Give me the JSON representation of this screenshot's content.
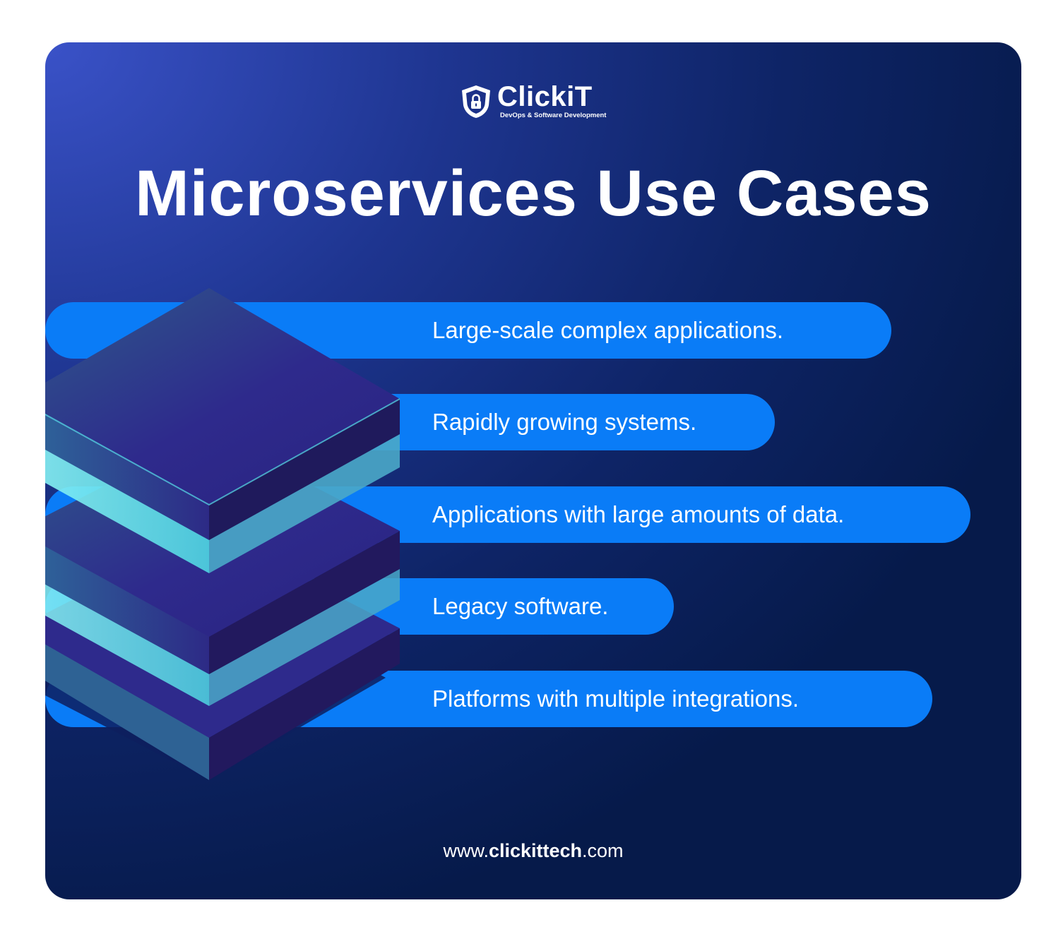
{
  "brand": {
    "name": "ClickiT",
    "tagline": "DevOps & Software Development",
    "logo_icon": "shield-lock-icon"
  },
  "title": "Microservices Use Cases",
  "use_cases": [
    "Large-scale complex applications.",
    "Rapidly growing systems.",
    "Applications with large amounts of data.",
    "Legacy software.",
    "Platforms with multiple integrations."
  ],
  "footer": {
    "prefix": "www.",
    "domain": "clickittech",
    "suffix": ".com"
  },
  "colors": {
    "pill": "#0a7cf7",
    "layer_top": "#2e2a8c",
    "glass": "#5fe6ec",
    "background_dark": "#061a4a",
    "background_light": "#3a52c8"
  }
}
